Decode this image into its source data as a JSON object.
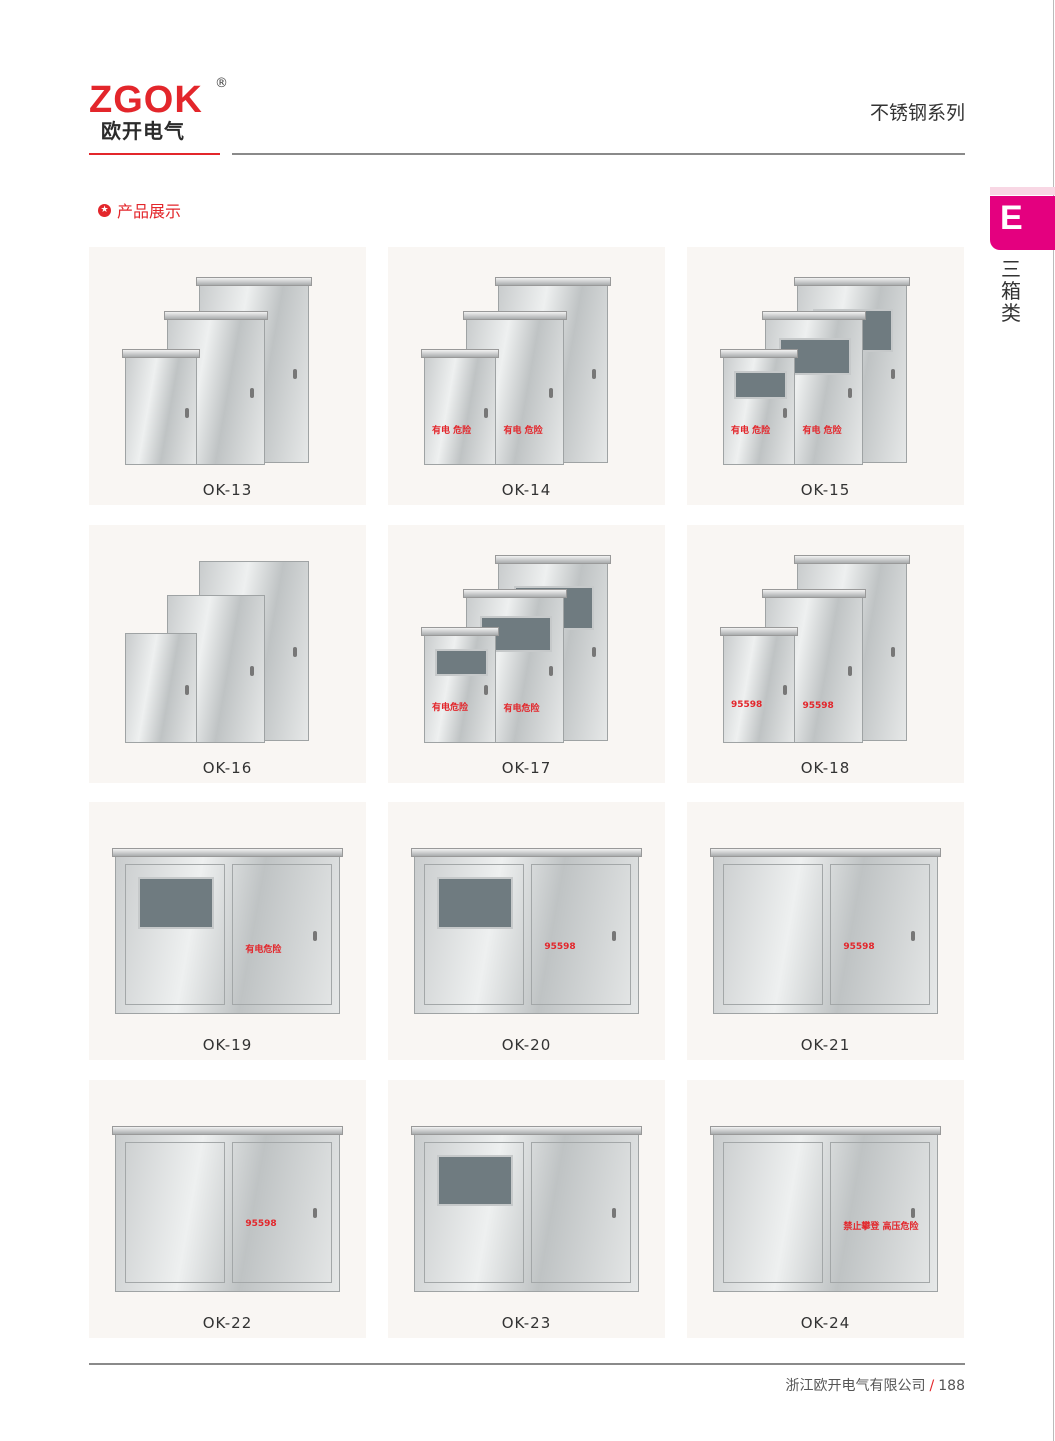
{
  "brand": {
    "name_en": "ZGOK",
    "registered": "®",
    "name_cn": "欧开电气"
  },
  "header": {
    "series_title": "不锈钢系列"
  },
  "section": {
    "icon": "star-circle-icon",
    "title": "产品展示"
  },
  "side_tab": {
    "letter": "E",
    "label": "三箱类"
  },
  "products": [
    {
      "model": "OK-13",
      "warn": ""
    },
    {
      "model": "OK-14",
      "warn": "有电 危险"
    },
    {
      "model": "OK-15",
      "warn": "有电 危险"
    },
    {
      "model": "OK-16",
      "warn": ""
    },
    {
      "model": "OK-17",
      "warn": "有电危险"
    },
    {
      "model": "OK-18",
      "warn": "95598"
    },
    {
      "model": "OK-19",
      "warn": "有电危险"
    },
    {
      "model": "OK-20",
      "warn": "95598"
    },
    {
      "model": "OK-21",
      "warn": "95598"
    },
    {
      "model": "OK-22",
      "warn": "95598"
    },
    {
      "model": "OK-23",
      "warn": ""
    },
    {
      "model": "OK-24",
      "warn": "禁止攀登 高压危险"
    }
  ],
  "footer": {
    "company": "浙江欧开电气有限公司",
    "separator": "/",
    "page": "188"
  },
  "colors": {
    "brand_red": "#e3262b",
    "tab_magenta": "#e4007f",
    "card_bg": "#f9f6f3"
  }
}
